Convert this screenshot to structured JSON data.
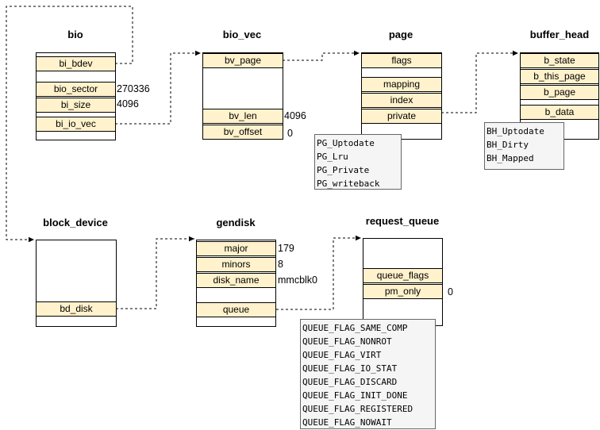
{
  "structs": {
    "bio": {
      "title": "bio",
      "fields": [
        "bi_bdev",
        "bio_sector",
        "bi_size",
        "bi_io_vec"
      ],
      "values": [
        "270336",
        "4096"
      ]
    },
    "bio_vec": {
      "title": "bio_vec",
      "fields": [
        "bv_page",
        "bv_len",
        "bv_offset"
      ],
      "values": [
        "4096",
        "0"
      ]
    },
    "page": {
      "title": "page",
      "fields": [
        "flags",
        "mapping",
        "index",
        "private"
      ],
      "flag_list": [
        "PG_Uptodate",
        "PG_Lru",
        "PG_Private",
        "PG_writeback"
      ]
    },
    "buffer_head": {
      "title": "buffer_head",
      "fields": [
        "b_state",
        "b_this_page",
        "b_page",
        "b_data"
      ],
      "flag_list": [
        "BH_Uptodate",
        "BH_Dirty",
        "BH_Mapped"
      ]
    },
    "block_device": {
      "title": "block_device",
      "fields": [
        "bd_disk"
      ]
    },
    "gendisk": {
      "title": "gendisk",
      "fields": [
        "major",
        "minors",
        "disk_name",
        "queue"
      ],
      "values": [
        "179",
        "8",
        "mmcblk0"
      ]
    },
    "request_queue": {
      "title": "request_queue",
      "fields": [
        "queue_flags",
        "pm_only"
      ],
      "values": [
        "0"
      ],
      "flag_list": [
        "QUEUE_FLAG_SAME_COMP",
        "QUEUE_FLAG_NONROT",
        "QUEUE_FLAG_VIRT",
        "QUEUE_FLAG_IO_STAT",
        "QUEUE_FLAG_DISCARD",
        "QUEUE_FLAG_INIT_DONE",
        "QUEUE_FLAG_REGISTERED",
        "QUEUE_FLAG_NOWAIT"
      ]
    }
  },
  "colors": {
    "field_fill": "#fff2cc",
    "note_fill": "#f5f5f5",
    "connector": "#000000"
  },
  "connectors": [
    {
      "from": "bio.bi_bdev",
      "to": "block_device",
      "style": "dashed"
    },
    {
      "from": "bio.bi_io_vec",
      "to": "bio_vec.bv_page",
      "style": "dashed"
    },
    {
      "from": "bio_vec.bv_page",
      "to": "page.flags",
      "style": "dashed"
    },
    {
      "from": "page.private",
      "to": "buffer_head.b_state",
      "style": "dashed"
    },
    {
      "from": "block_device.bd_disk",
      "to": "gendisk.major",
      "style": "dashed"
    },
    {
      "from": "gendisk.queue",
      "to": "request_queue",
      "style": "dashed"
    }
  ]
}
